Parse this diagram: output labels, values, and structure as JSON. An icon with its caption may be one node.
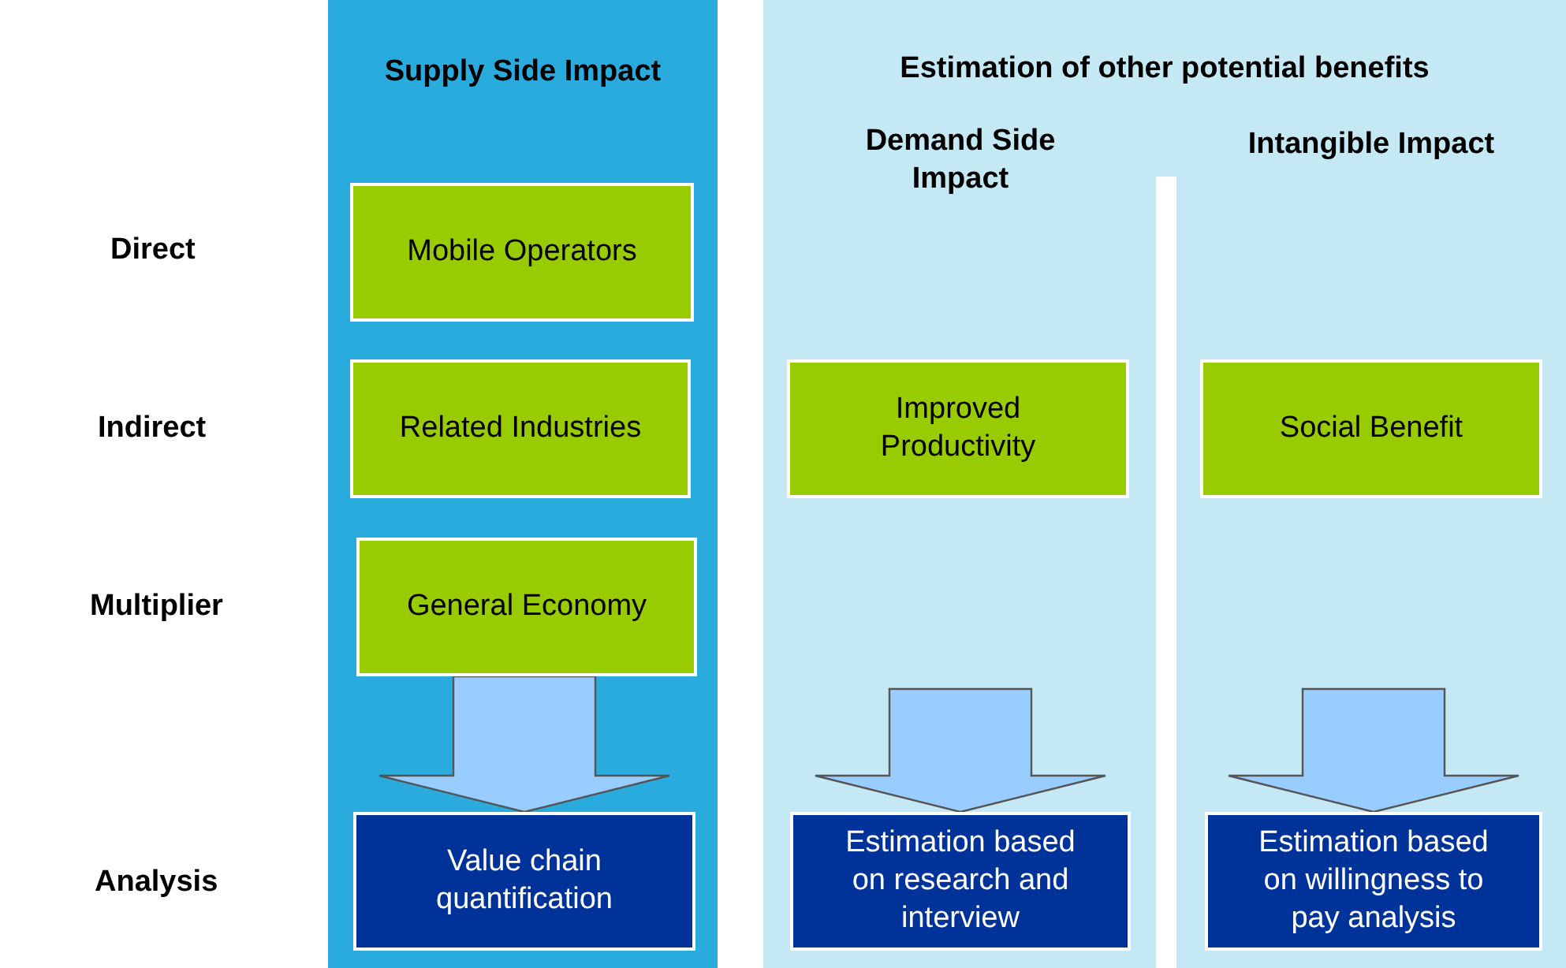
{
  "diagram": {
    "nodes": [
      {
        "text": [
          "Supply Side Impact"
        ]
      },
      {
        "text": [
          "Mobile Operators"
        ],
        "in": 0
      },
      {
        "text": [
          "Related Industries"
        ],
        "in": 0
      },
      {
        "text": [
          "General Economy"
        ],
        "in": 0
      },
      {
        "text": [
          "Value chain quantification"
        ],
        "in": 0
      },
      {
        "text": [
          "Estimation of other potential benefits"
        ]
      },
      {
        "text": [
          "Demand Side Impact"
        ],
        "in": 5
      },
      {
        "text": [
          "Improved Productivity"
        ],
        "in": 6
      },
      {
        "text": [
          "Estimation based on research and interview"
        ],
        "in": 6
      },
      {
        "text": [
          "Intangible Impact"
        ],
        "in": 5
      },
      {
        "text": [
          "Social Benefit"
        ],
        "in": 9
      },
      {
        "text": [
          "Estimation based on willingness to pay analysis"
        ],
        "in": 9
      }
    ],
    "edges": [
      {
        "from": 3,
        "to": 4,
        "arrow": "to"
      },
      {
        "from": 7,
        "to": 8,
        "arrow": "to"
      },
      {
        "from": 10,
        "to": 11,
        "arrow": "to"
      }
    ],
    "labels": [
      "Direct",
      "Indirect",
      "Multiplier",
      "Analysis"
    ]
  }
}
